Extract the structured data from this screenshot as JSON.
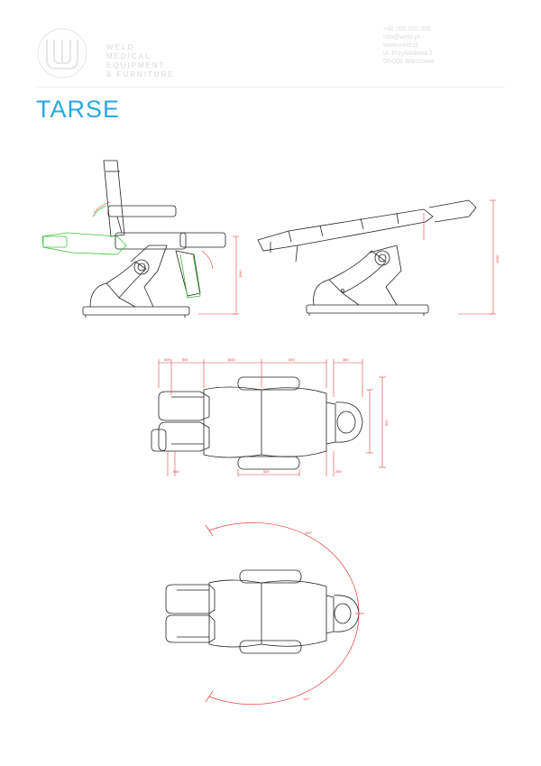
{
  "header": {
    "brand_lines": [
      "WELD",
      "MEDICAL EQUIPMENT",
      "& FURNITURE"
    ],
    "contact_lines": [
      "+48 000 000 000",
      "info@weld.pl",
      "www.weld.pl",
      "ul. Przykładowa 1",
      "00-000 Warszawa"
    ]
  },
  "product": {
    "title": "TARSE"
  },
  "dimensions": {
    "side_left_height": "1190",
    "side_right_height": "1560",
    "top_overall_width": "1810",
    "top_seg_1": "400",
    "top_seg_2": "540",
    "top_seg_3": "650",
    "top_right_seg": "380",
    "top_right_height": "690",
    "top_bottom_left": "640",
    "top_bottom_mid": "520",
    "top_bottom_right": "260",
    "rotation_angle_top": "180°",
    "rotation_angle_bottom": "110°"
  },
  "colors": {
    "title": "#29a9e1",
    "dimension": "#e74040",
    "highlight": "#3cc43c",
    "line": "#222222"
  }
}
